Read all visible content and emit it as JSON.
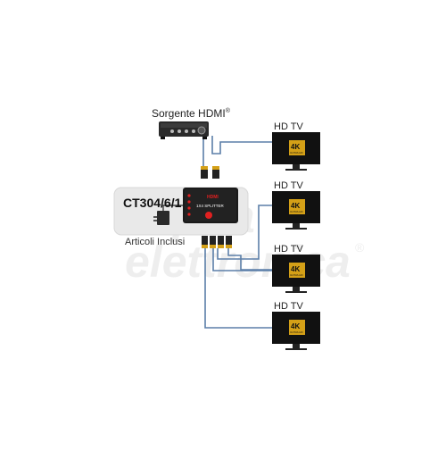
{
  "source": {
    "label": "Sorgente HDMI",
    "reg_mark": "®"
  },
  "splitter": {
    "model": "CT304/6/1",
    "brand_text": "HDMI",
    "caption": "1X4 SPLITTER",
    "included_label": "Articoli Inclusi"
  },
  "tvs": [
    {
      "label": "HD TV",
      "badge_top": "4K",
      "badge_bottom": "ULTRA HD"
    },
    {
      "label": "HD TV",
      "badge_top": "4K",
      "badge_bottom": "ULTRA HD"
    },
    {
      "label": "HD TV",
      "badge_top": "4K",
      "badge_bottom": "ULTRA HD"
    },
    {
      "label": "HD TV",
      "badge_top": "4K",
      "badge_bottom": "ULTRA HD"
    }
  ],
  "watermark": {
    "line1": "alpha",
    "line2": "elettronica",
    "reg_mark": "®"
  },
  "colors": {
    "cable": "#5b7fa8",
    "connector": "#d4a017",
    "screen": "#111111",
    "badge": "#d4a017",
    "splitter_body": "#1a1a1a",
    "led": "#e02020",
    "panel": "#e9e9e9"
  }
}
